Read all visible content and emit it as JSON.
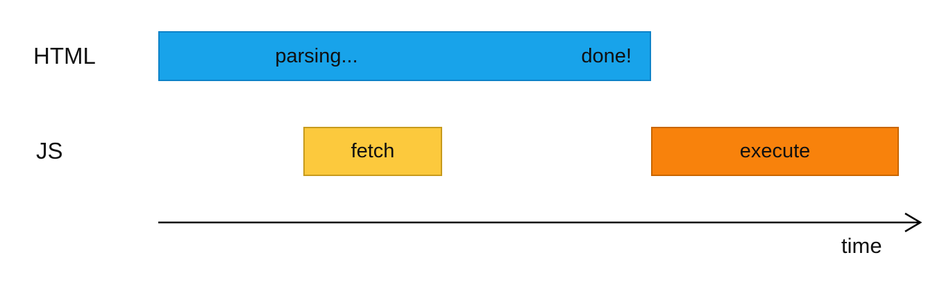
{
  "diagram": {
    "title_hint": "HTML parsing vs JS fetch/execute timeline",
    "rows": {
      "html": {
        "label": "HTML"
      },
      "js": {
        "label": "JS"
      }
    },
    "bars": {
      "parsing": {
        "text_left": "parsing...",
        "text_right": "done!",
        "color": "#18a3ea",
        "border_color": "#0d82c8"
      },
      "fetch": {
        "label": "fetch",
        "color": "#fcc93d",
        "border_color": "#c79a1c"
      },
      "execute": {
        "label": "execute",
        "color": "#f8820c",
        "border_color": "#c86500"
      }
    },
    "axis": {
      "label": "time",
      "line_color": "#000000"
    }
  }
}
